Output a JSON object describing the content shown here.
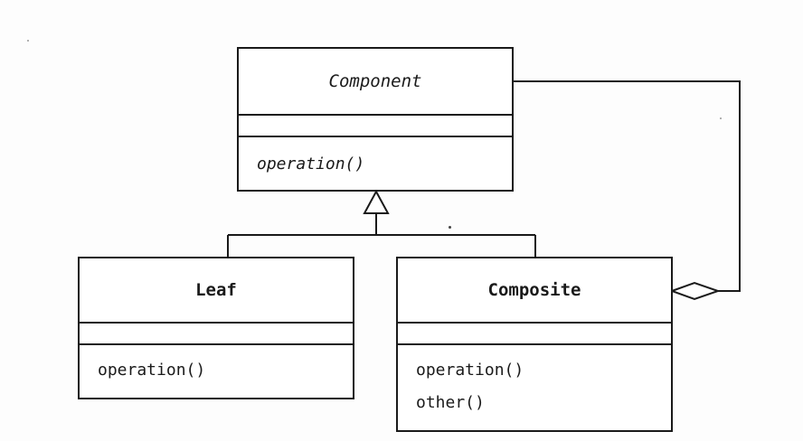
{
  "diagram": {
    "classes": {
      "component": {
        "name": "Component",
        "operations": [
          "operation()"
        ]
      },
      "leaf": {
        "name": "Leaf",
        "operations": [
          "operation()"
        ]
      },
      "composite": {
        "name": "Composite",
        "operations": [
          "operation()",
          "other()"
        ]
      }
    },
    "relationships": [
      {
        "type": "generalization",
        "from": "Leaf",
        "to": "Component"
      },
      {
        "type": "generalization",
        "from": "Composite",
        "to": "Component"
      },
      {
        "type": "aggregation",
        "whole": "Composite",
        "part": "Component"
      }
    ],
    "colors": {
      "line": "#1a1a1a",
      "background": "#ffffff"
    }
  }
}
